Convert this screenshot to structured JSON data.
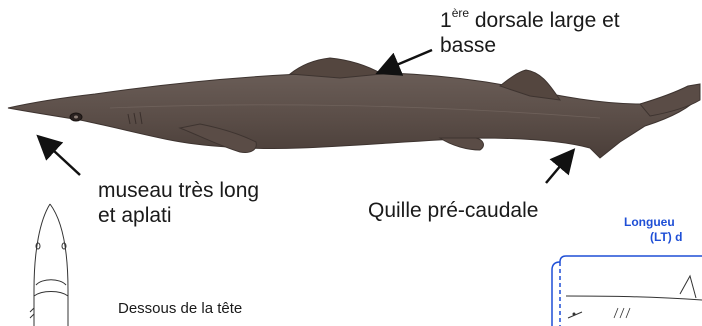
{
  "annotations": {
    "dorsal_line1_num": "1",
    "dorsal_line1_sup": "ère",
    "dorsal_line1_rest": " dorsale large et",
    "dorsal_line2": "basse",
    "snout_line1": "museau très long",
    "snout_line2": "et aplati",
    "keel": "Quille pré-caudale",
    "head_underside": "Dessous de la tête",
    "length_line1": "Longueu",
    "length_line2": "(LT) d"
  },
  "colors": {
    "shark_body": "#5b4e48",
    "shark_dark": "#463a35",
    "shark_light": "#7d6f68",
    "arrow": "#111111",
    "accent_blue": "#1f4fd6"
  }
}
